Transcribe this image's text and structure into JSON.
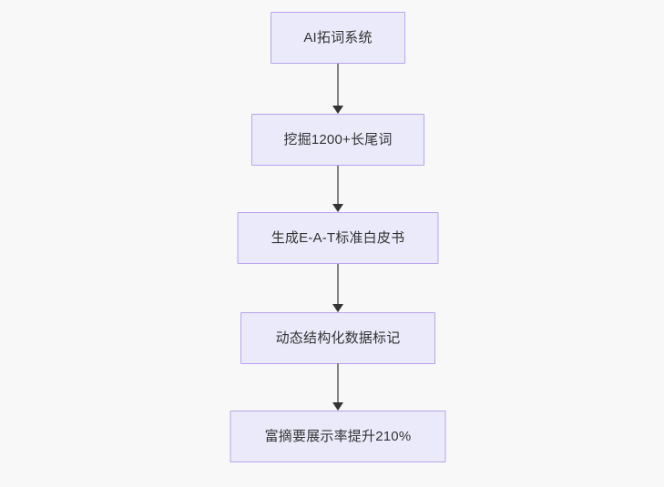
{
  "diagram": {
    "type": "flowchart",
    "orientation": "top-to-bottom",
    "background_color": "#f8f8f8",
    "node_fill_color": "#eaeafa",
    "node_border_color": "#b9a3ee",
    "node_text_color": "#333333",
    "edge_line_color": "#838383",
    "edge_arrowhead_color": "#333333",
    "nodes": [
      {
        "id": "n1",
        "label": "AI拓词系统"
      },
      {
        "id": "n2",
        "label": "挖掘1200+长尾词"
      },
      {
        "id": "n3",
        "label": "生成E-A-T标准白皮书"
      },
      {
        "id": "n4",
        "label": "动态结构化数据标记"
      },
      {
        "id": "n5",
        "label": "富摘要展示率提升210%"
      }
    ],
    "edges": [
      {
        "id": "e1",
        "from": "n1",
        "to": "n2",
        "label": "",
        "arrow": "down-arrow"
      },
      {
        "id": "e2",
        "from": "n2",
        "to": "n3",
        "label": "",
        "arrow": "down-arrow"
      },
      {
        "id": "e3",
        "from": "n3",
        "to": "n4",
        "label": "",
        "arrow": "down-arrow"
      },
      {
        "id": "e4",
        "from": "n4",
        "to": "n5",
        "label": "",
        "arrow": "down-arrow"
      }
    ]
  }
}
